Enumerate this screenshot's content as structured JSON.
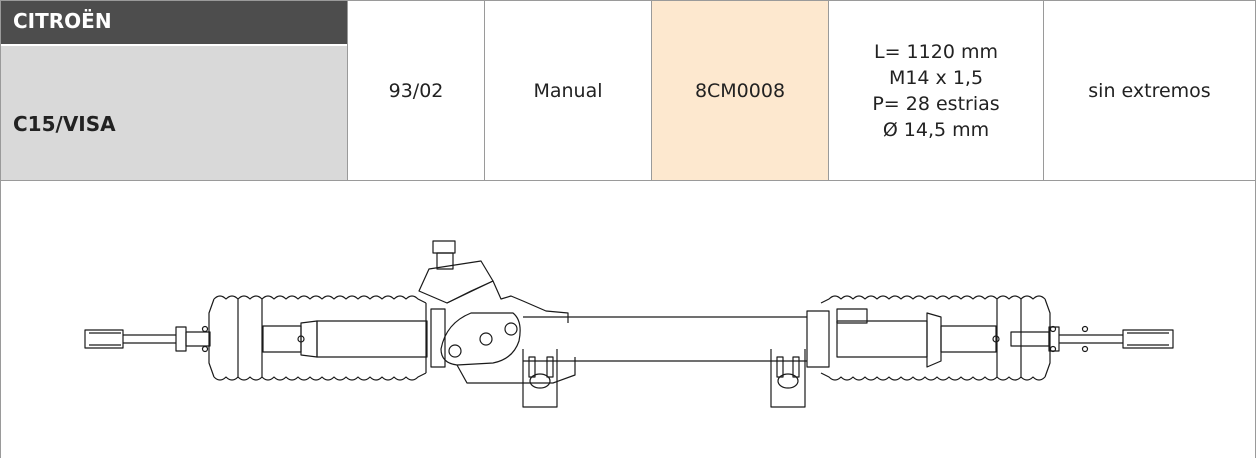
{
  "header": {
    "brand": "CITROËN",
    "model": "C15/VISA"
  },
  "row": {
    "date": "93/02",
    "type": "Manual",
    "reference": "8CM0008",
    "specs": [
      "L= 1120 mm",
      "M14 x 1,5",
      "P= 28 estrias",
      "Ø 14,5 mm"
    ],
    "ends": "sin extremos"
  },
  "colors": {
    "brand_bg": "#4d4d4d",
    "model_bg": "#d9d9d9",
    "reference_bg": "#fde8cf",
    "border": "#9a9a9a"
  },
  "drawing": {
    "subject": "steering-rack-line-drawing"
  }
}
